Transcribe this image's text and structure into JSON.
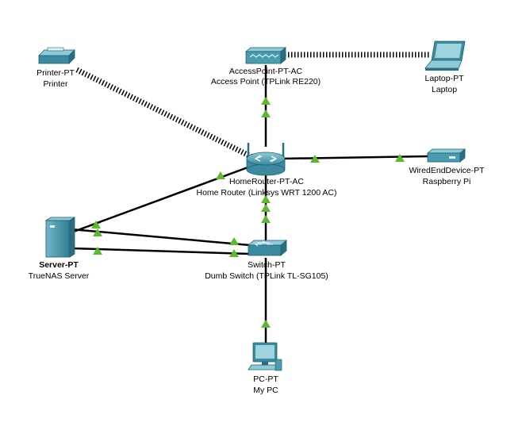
{
  "diagram": {
    "devices": [
      {
        "id": "printer",
        "model": "Printer-PT",
        "name": "Printer",
        "icon": "printer-icon"
      },
      {
        "id": "ap",
        "model": "AccessPoint-PT-AC",
        "name": "Access Point (TPLink RE220)",
        "icon": "access-point-icon"
      },
      {
        "id": "laptop",
        "model": "Laptop-PT",
        "name": "Laptop",
        "icon": "laptop-icon"
      },
      {
        "id": "router",
        "model": "HomeRouter-PT-AC",
        "name": "Home Router (Linksys WRT 1200 AC)",
        "icon": "router-icon"
      },
      {
        "id": "rpi",
        "model": "WiredEndDevice-PT",
        "name": "Raspberry Pi",
        "icon": "wired-end-device-icon"
      },
      {
        "id": "server",
        "model": "Server-PT",
        "name": "TrueNAS Server",
        "icon": "server-icon"
      },
      {
        "id": "switch",
        "model": "Switch-PT",
        "name": "Dumb Switch (TPLink TL-SG105)",
        "icon": "switch-icon"
      },
      {
        "id": "pc",
        "model": "PC-PT",
        "name": "My PC",
        "icon": "pc-icon"
      }
    ],
    "links": [
      {
        "from": "printer",
        "to": "router",
        "kind": "wireless"
      },
      {
        "from": "ap",
        "to": "laptop",
        "kind": "wireless"
      },
      {
        "from": "ap",
        "to": "router",
        "kind": "ethernet",
        "status": "up"
      },
      {
        "from": "router",
        "to": "rpi",
        "kind": "ethernet",
        "status": "up"
      },
      {
        "from": "router",
        "to": "server",
        "kind": "ethernet",
        "status": "up"
      },
      {
        "from": "router",
        "to": "switch",
        "kind": "ethernet",
        "status": "up"
      },
      {
        "from": "server",
        "to": "switch",
        "kind": "ethernet",
        "status": "up"
      },
      {
        "from": "server",
        "to": "switch",
        "kind": "ethernet",
        "status": "up"
      },
      {
        "from": "switch",
        "to": "pc",
        "kind": "ethernet",
        "status": "up"
      }
    ],
    "colors": {
      "link_up": "#5cb82e",
      "cable": "#000000",
      "device_fill": "#4a9bb0",
      "device_dark": "#2a6e80",
      "device_light": "#8ecbd8"
    }
  }
}
